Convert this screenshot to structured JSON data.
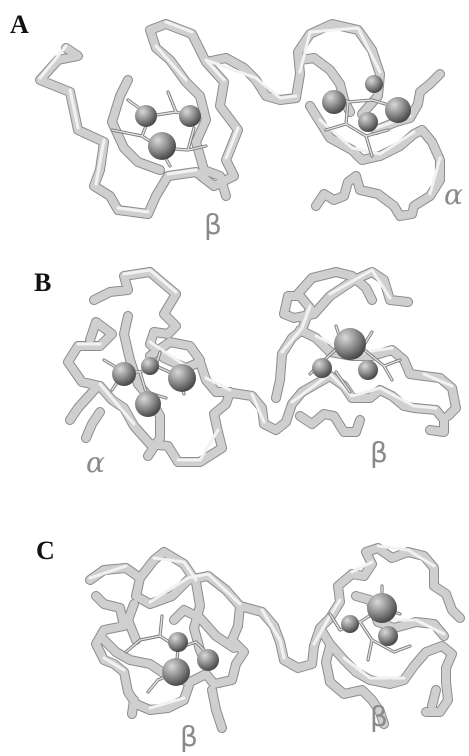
{
  "panels": [
    {
      "id": "A",
      "letter": "A",
      "labels": {
        "left": "β",
        "right": "α"
      }
    },
    {
      "id": "B",
      "letter": "B",
      "labels": {
        "left": "α",
        "right": "β"
      }
    },
    {
      "id": "C",
      "letter": "C",
      "labels": {
        "left": "β",
        "right": "β"
      }
    }
  ],
  "colors": {
    "tube_light": "#e6e6e6",
    "tube_mid": "#bdbdbd",
    "tube_shadow": "#8c8c8c",
    "metal_sphere": "#8f8f8f",
    "metal_sphere_dark": "#555555",
    "label_grey": "#8a8a8a",
    "letter_black": "#111111"
  }
}
